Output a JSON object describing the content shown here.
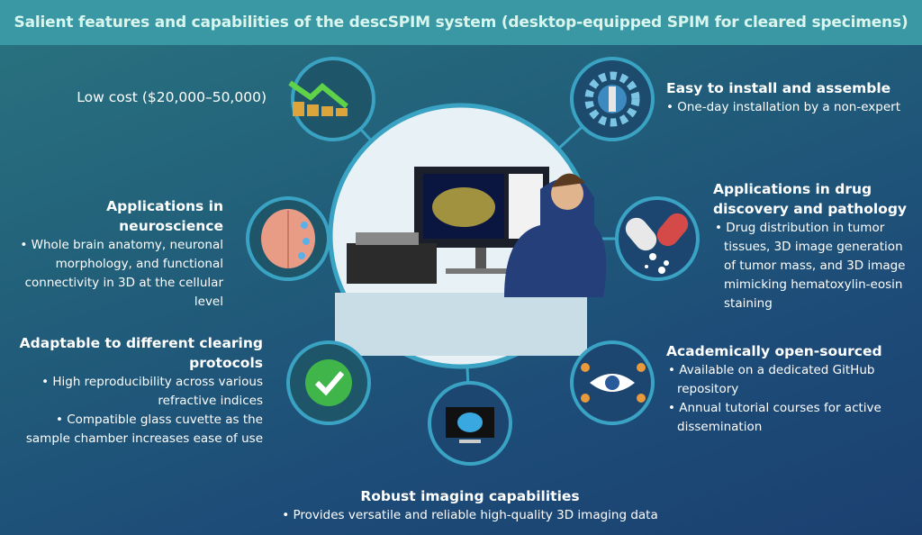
{
  "title": "Salient features and capabilities of the descSPIM system (desktop-equipped SPIM for cleared specimens)",
  "features": {
    "low_cost": {
      "title": "Low cost ($20,000–50,000)"
    },
    "install": {
      "title": "Easy to install and assemble",
      "bullets": [
        "• One-day installation by a non-expert"
      ]
    },
    "neuro": {
      "title": "Applications in neuroscience",
      "bullets": [
        "• Whole brain anatomy, neuronal morphology, and functional connectivity in 3D at the cellular level"
      ]
    },
    "drug": {
      "title": "Applications in drug discovery and pathology",
      "bullets": [
        "• Drug distribution in tumor tissues, 3D image generation of tumor mass, and 3D image mimicking hematoxylin-eosin staining"
      ]
    },
    "clearing": {
      "title": "Adaptable to different clearing protocols",
      "bullets": [
        "• High reproducibility across various refractive indices",
        "• Compatible glass cuvette as the sample chamber increases ease of use"
      ]
    },
    "open": {
      "title": "Academically open-sourced",
      "bullets": [
        "• Available on a dedicated GitHub repository",
        "• Annual tutorial courses for active dissemination"
      ]
    },
    "imaging": {
      "title": "Robust imaging capabilities",
      "bullets": [
        "• Provides versatile and reliable high-quality 3D imaging data"
      ]
    }
  },
  "colors": {
    "ring": "#3aa3c4",
    "title_bar": "#3a98a4",
    "title_text": "#d9f6ee"
  }
}
